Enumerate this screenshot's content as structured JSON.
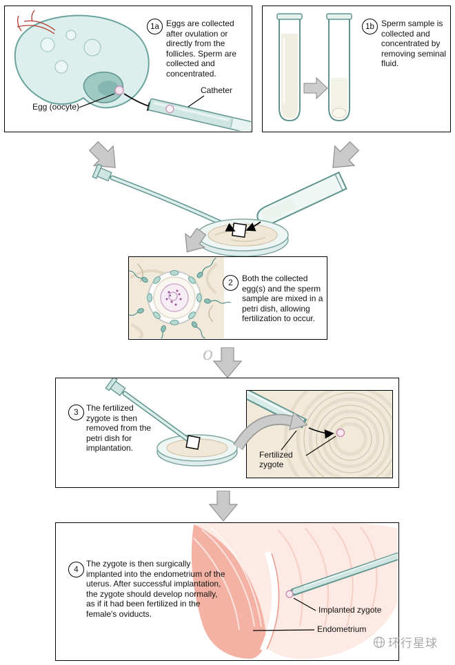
{
  "colors": {
    "teal_outline": "#5f938d",
    "teal_fill": "#dcefec",
    "arrow_gray": "#c9c9c9",
    "beige": "#f1e9da",
    "uterus_dark_pink": "#f3b2a4",
    "uterus_light_pink": "#fdeae5"
  },
  "steps": {
    "s1a": {
      "badge": "1a",
      "caption": "Eggs are collected after ovulation or directly from the follicles. Sperm are collected and concentrated.",
      "labels": {
        "egg": "Egg (oocyte)",
        "catheter": "Catheter"
      }
    },
    "s1b": {
      "badge": "1b",
      "caption": "Sperm sample is collected and concentrated by removing seminal fluid."
    },
    "s2": {
      "badge": "2",
      "caption": "Both the collected egg(s) and the sperm sample are mixed in a petri dish, allowing fertilization to occur."
    },
    "s3": {
      "badge": "3",
      "caption": "The fertilized zygote is then removed from the petri dish for implantation.",
      "labels": {
        "zygote": "Fertilized zygote"
      }
    },
    "s4": {
      "badge": "4",
      "caption": "The zygote is then surgically implanted into the endometrium of the uterus. After successful implantation, the zygote should develop normally, as if it had been fertilized in the female's oviducts.",
      "labels": {
        "implanted": "Implanted zygote",
        "endometrium": "Endometrium"
      }
    }
  },
  "watermark": {
    "fragment": "o",
    "brand": "环行星球"
  }
}
